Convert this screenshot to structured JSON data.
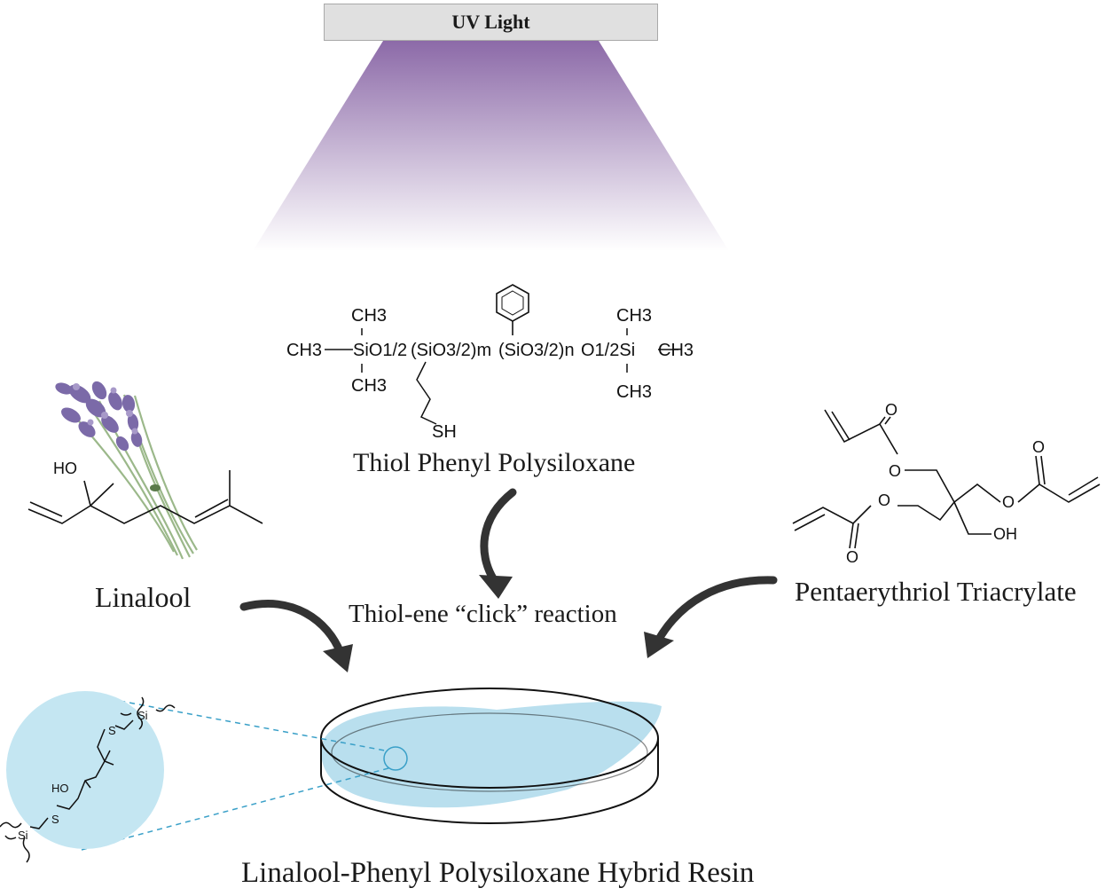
{
  "uv_source": {
    "label": "UV Light"
  },
  "thiol_polysiloxane": {
    "name": "Thiol Phenyl Polysiloxane",
    "atoms": {
      "ch3_top_left": "CH3",
      "ch3_left": "CH3",
      "si_o_left": "SiO1/2",
      "ch3_bottom_left": "CH3",
      "sio_m": "(SiO3/2)m",
      "sio_n": "(SiO3/2)n",
      "o_si_right": "O1/2Si",
      "ch3_top_right": "CH3",
      "ch3_right": "CH3",
      "ch3_bottom_right": "CH3",
      "sh": "SH"
    }
  },
  "linalool": {
    "name": "Linalool",
    "atoms": {
      "ho": "HO"
    }
  },
  "petra": {
    "name": "Pentaerythriol Triacrylate",
    "atoms": {
      "o": "O",
      "oh": "OH"
    }
  },
  "reaction": {
    "label": "Thiol-ene “click” reaction"
  },
  "product": {
    "name": "Linalool-Phenyl Polysiloxane Hybrid Resin",
    "zoom_atoms": {
      "si": "Si",
      "s": "S",
      "ho": "HO"
    }
  },
  "colors": {
    "uv_purple": "#8c6aa8",
    "resin_blue": "#b9dfee",
    "zoom_circle": "#c4e6f2",
    "arrow": "#333333",
    "lavender": "#7b6aa8",
    "stem": "#9bb88a"
  }
}
